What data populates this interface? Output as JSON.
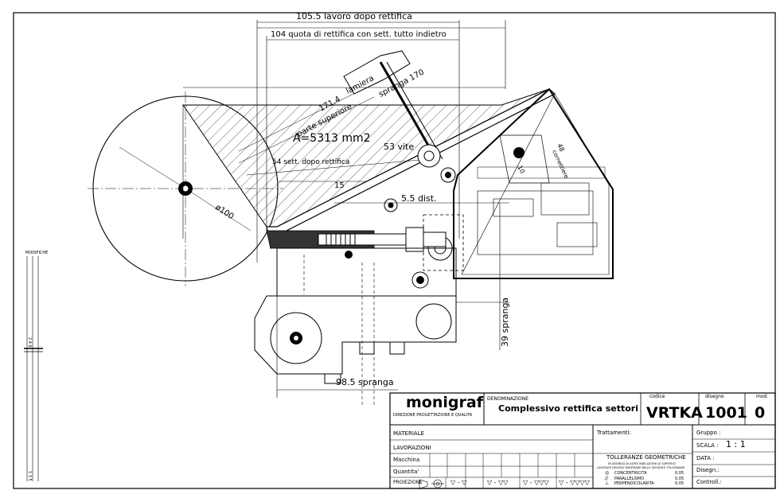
{
  "dimensions": {
    "lavoro_dopo_rettifica": "105.5 lavoro dopo rettifica",
    "quota_rettifica": "104 quota di rettifica con sett. tutto indietro",
    "lamiera": "lamiera",
    "spranga_170": "spranga 170",
    "d171": "171.4",
    "parte_superiore": "parte superiore",
    "area": "A=5313 mm2",
    "vite_53": "53 vite",
    "sett_dopo_rettifica": "54 sett. dopo rettifica",
    "d15": "15",
    "dist_55": "5.5 dist.",
    "diameter": "ø100",
    "spranga_39": "39 spranga",
    "spranga_985": "98.5 spranga",
    "d48": "48",
    "cornettiere": "cornettiere",
    "d10": "10"
  },
  "modifiche": {
    "label": "MODIFICHE",
    "marks_upper": "2 4 6",
    "marks_lower": "1 3 5"
  },
  "title_block": {
    "company": "monigraf",
    "department": "DIREZIONE PROGETTAZIONE E QUALITA",
    "denominazione_label": "DENOMINAZIONE",
    "denominazione": "Complessivo rettifica settori",
    "codice_label": "codice",
    "codice": "VRTKA",
    "disegno_label": "disegno",
    "disegno": "1001",
    "mod_label": "mod.",
    "mod": "0",
    "materiale": "MATERIALE",
    "lavorazioni": "LAVORAZIONI",
    "macchina": "Macchina",
    "quantita": "Quantita'",
    "proiezione": "PROIEZIONE",
    "trattamenti": "Trattamenti:",
    "tolleranze": "TOLLERANZE GEOMETRICHE",
    "tolleranze_note_1": "IN ASSENZA DI ALTRE INDICAZIONI LE SUPERFICI",
    "tolleranze_note_2": "LAVORATE DEVONO RIENTRARE NELLE SEGUENTI TOLLERANZE",
    "concentricita": "CONCENTRICITA",
    "concentricita_val": "0.05",
    "parallelismo": "PARALLELISMO",
    "parallelismo_val": "0.05",
    "perpendicolarita": "PERPENDICOLARITA",
    "perpendicolarita_val": "0.05",
    "gruppo": "Gruppo :",
    "scala_label": "SCALA :",
    "scala": "1 : 1",
    "data": "DATA :",
    "disegn": "Disegn.:",
    "controll": "Controll.:",
    "finish_1": "▽ - ▽",
    "finish_2": "▽ - ▽▽",
    "finish_3": "▽ - ▽▽▽",
    "finish_4": "▽ - ▽▽▽▽"
  }
}
